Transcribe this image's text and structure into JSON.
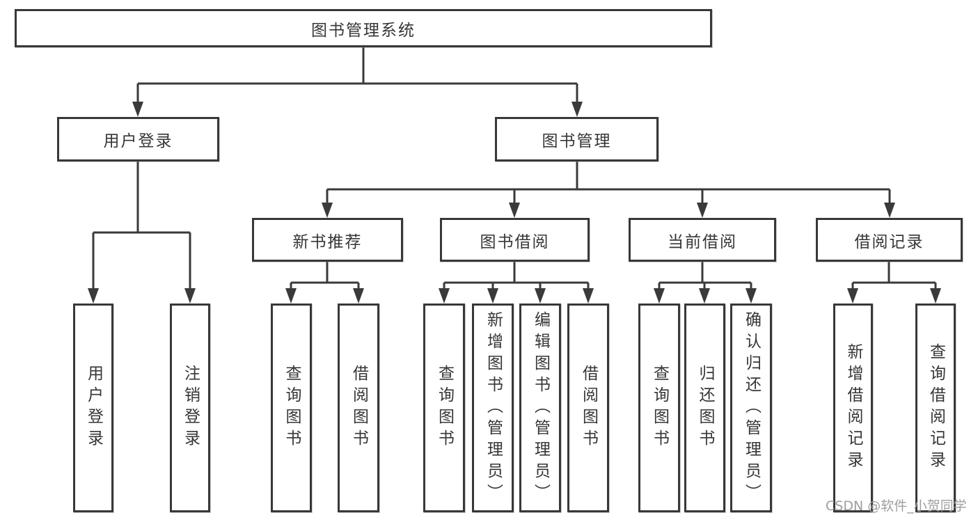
{
  "diagram": {
    "root": "图书管理系统",
    "level1": {
      "user_login": "用户登录",
      "book_management": "图书管理"
    },
    "level2": {
      "new_book_recommend": "新书推荐",
      "book_borrow": "图书借阅",
      "current_borrow": "当前借阅",
      "borrow_records": "借阅记录"
    },
    "leaves": {
      "user_login": "用户登录",
      "logout": "注销登录",
      "nb_query_books": "查询图书",
      "nb_borrow_books": "借阅图书",
      "bb_query_books": "查询图书",
      "bb_add_books": "新增图书（管理员）",
      "bb_edit_books": "编辑图书（管理员）",
      "bb_borrow_books": "借阅图书",
      "cb_query_books": "查询图书",
      "cb_return_books": "归还图书",
      "cb_confirm_return": "确认归还（管理员）",
      "br_add_record": "新增借阅记录",
      "br_query_record": "查询借阅记录"
    }
  },
  "watermark": "CSDN @软件_小贺同学",
  "colors": {
    "line": "#3a3a3a",
    "text": "#363636",
    "watermark": "#9e9e9e",
    "background": "#ffffff"
  }
}
